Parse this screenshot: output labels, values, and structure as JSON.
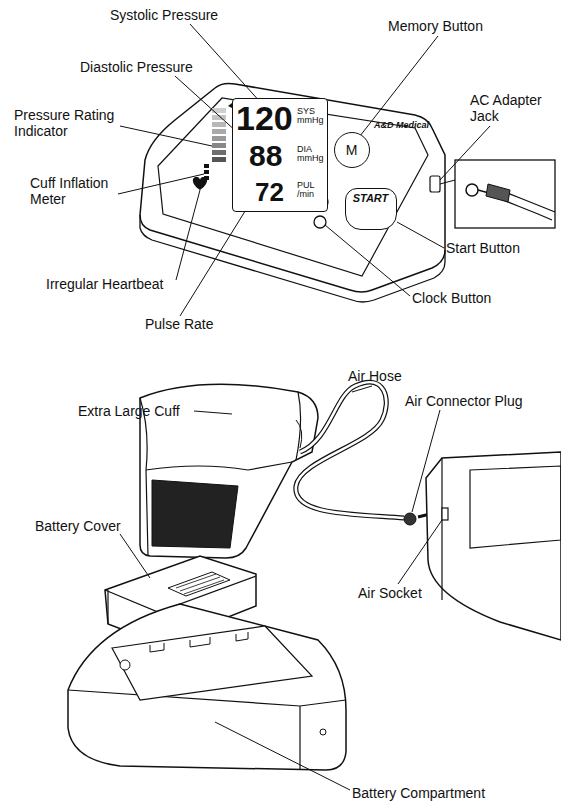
{
  "diagram": {
    "nodes": [
      {
        "text": [
          "120",
          "SYS mmHg",
          "88",
          "DIA mmHg",
          "72",
          "PUL /min"
        ]
      },
      {
        "text": [
          "M"
        ]
      },
      {
        "text": [
          "START"
        ]
      }
    ],
    "labels": [
      "Systolic Pressure",
      "Diastolic Pressure",
      "Pressure Rating Indicator",
      "Cuff Inflation Meter",
      "Irregular Heartbeat",
      "Pulse Rate",
      "Memory Button",
      "AC Adapter Jack",
      "Start Button",
      "Clock Button",
      "A&D Medical",
      "Air Hose",
      "Air Connector Plug",
      "Extra Large Cuff",
      "Battery Cover",
      "Air Socket",
      "Battery Compartment"
    ]
  }
}
